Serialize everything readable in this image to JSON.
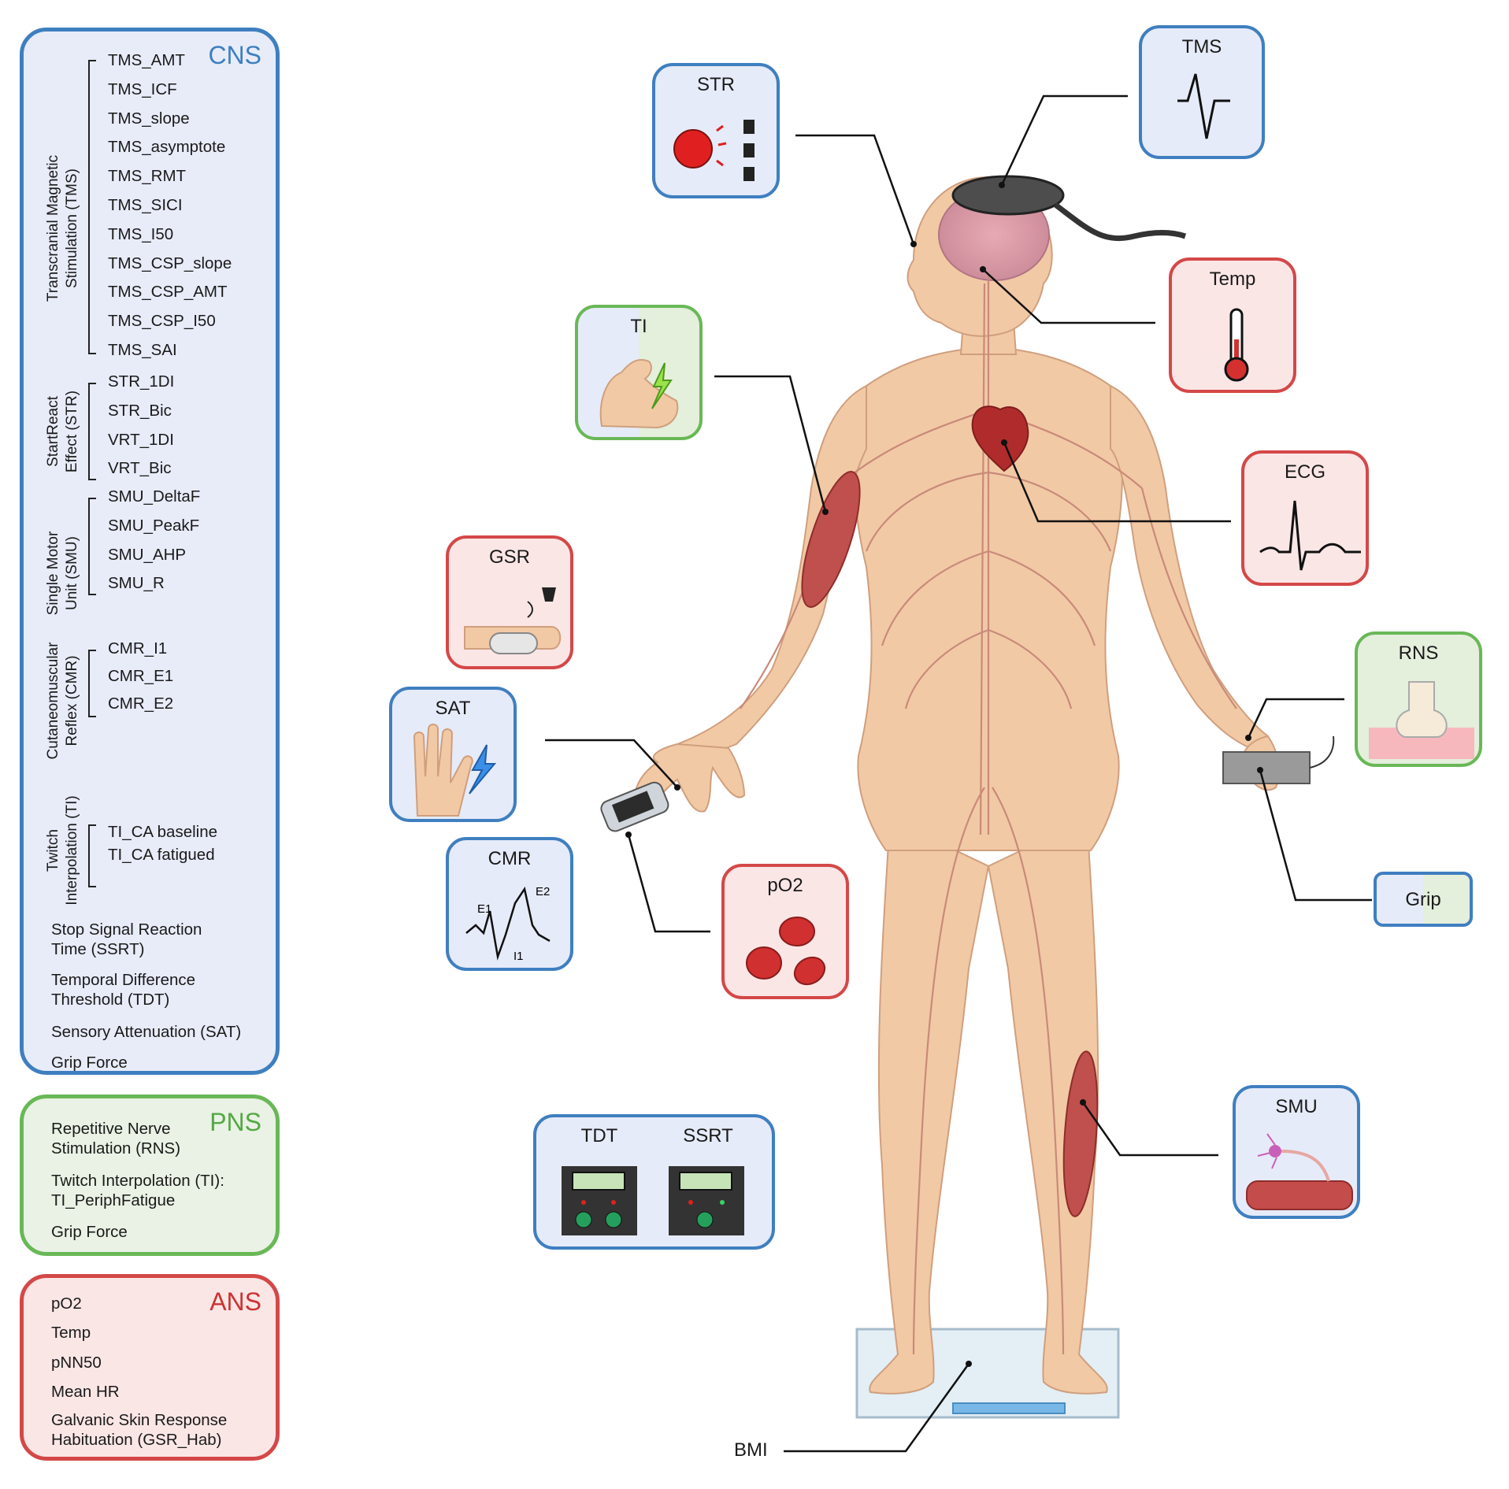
{
  "cns": {
    "title": "CNS",
    "groups": [
      {
        "label": "Transcranial Magnetic\nStimulation (TMS)",
        "items": [
          "TMS_AMT",
          "TMS_ICF",
          "TMS_slope",
          "TMS_asymptote",
          "TMS_RMT",
          "TMS_SICI",
          "TMS_I50",
          "TMS_CSP_slope",
          "TMS_CSP_AMT",
          "TMS_CSP_I50",
          "TMS_SAI"
        ]
      },
      {
        "label": "StartReact\nEffect (STR)",
        "items": [
          "STR_1DI",
          "STR_Bic",
          "VRT_1DI",
          "VRT_Bic"
        ]
      },
      {
        "label": "Single Motor\nUnit (SMU)",
        "items": [
          "SMU_DeltaF",
          "SMU_PeakF",
          "SMU_AHP",
          "SMU_R"
        ]
      },
      {
        "label": "Cutaneomuscular\nReflex (CMR)",
        "items": [
          "CMR_I1",
          "CMR_E1",
          "CMR_E2"
        ]
      },
      {
        "label": "Twitch\nInterpolation (TI)",
        "items": [
          "TI_CA baseline",
          "TI_CA fatigued"
        ]
      }
    ],
    "others": [
      "Stop Signal Reaction\nTime (SSRT)",
      "Temporal Difference\nThreshold (TDT)",
      "Sensory Attenuation (SAT)",
      "Grip Force"
    ]
  },
  "pns": {
    "title": "PNS",
    "items": [
      "Repetitive Nerve\nStimulation (RNS)",
      "Twitch Interpolation (TI):\nTI_PeriphFatigue",
      "Grip Force"
    ]
  },
  "ans": {
    "title": "ANS",
    "items": [
      "pO2",
      "Temp",
      "pNN50",
      "Mean HR",
      "Galvanic Skin Response\nHabituation (GSR_Hab)"
    ]
  },
  "boxes": {
    "str": "STR",
    "tms": "TMS",
    "temp": "Temp",
    "ti": "TI",
    "ecg": "ECG",
    "gsr": "GSR",
    "rns": "RNS",
    "sat": "SAT",
    "cmr": "CMR",
    "po2": "pO2",
    "grip": "Grip",
    "tdt": "TDT",
    "ssrt": "SSRT",
    "smu": "SMU",
    "bmi": "BMI"
  },
  "cmr_labels": {
    "e1": "E1",
    "e2": "E2",
    "i1": "I1"
  },
  "colors": {
    "cns": "#3f7fc0",
    "pns": "#69b857",
    "ans": "#d44848",
    "skin": "#f2c9a5",
    "nerve": "#c98a7a"
  }
}
